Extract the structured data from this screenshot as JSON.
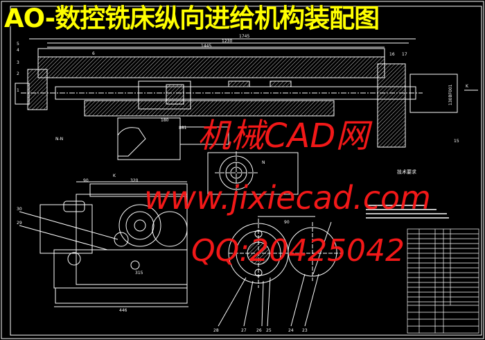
{
  "title": "AO-数控铣床纵向进给机构装配图",
  "watermarks": {
    "site_cn": "机械CAD网",
    "url": "www.jixiecad.com",
    "qq": "QQ:20425042"
  },
  "dimensions": {
    "d1745": "1745",
    "d1230": "1230",
    "d1445": "1445",
    "d446": "446",
    "d320": "320",
    "d90": "90",
    "d90b": "90",
    "d315": "315",
    "d180": "180",
    "d881": "881"
  },
  "views": {
    "section_nn": "N-N",
    "view_k": "K",
    "view_k2": "K",
    "n_mark": "N"
  },
  "part_numbers": {
    "p1": "1",
    "p2": "2",
    "p3": "3",
    "p4": "4",
    "p5": "5",
    "p6": "6",
    "p30": "30",
    "p29": "29",
    "p28": "28",
    "p27": "27",
    "p26": "26",
    "p25": "25",
    "p24": "24",
    "p23": "23",
    "p15": "15",
    "p16": "16",
    "p17": "17"
  },
  "notes_heading": "技术要求",
  "motor_label": "130BF001",
  "colors": {
    "lines": "#ffffff",
    "title": "#ffff00",
    "watermark": "#ff1a1a"
  }
}
